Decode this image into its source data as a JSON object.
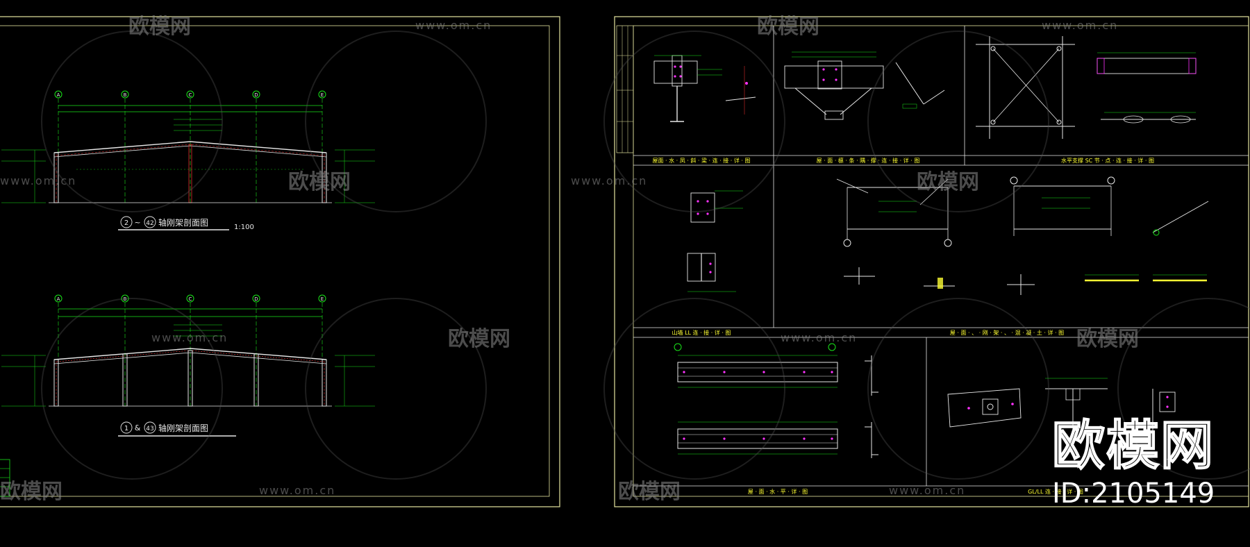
{
  "watermark": {
    "brand": "欧模网",
    "url": "www.om.cn",
    "id_label": "ID:2105149"
  },
  "left_sheet": {
    "axis_labels": [
      "A",
      "B",
      "C",
      "D",
      "E"
    ],
    "drawing1": {
      "axis_start": "2",
      "connector": "~",
      "axis_end": "42",
      "title": "轴刚架剖面图",
      "scale": "1:100"
    },
    "drawing2": {
      "axis_start": "1",
      "connector": "&",
      "axis_end": "43",
      "title": "轴刚架剖面图"
    }
  },
  "right_sheet": {
    "titles": {
      "row1_a": "屋面 · 水 · 凤 · 斜 · 梁 · 连 · 接 · 详 · 图",
      "row1_b": "屋 · 面 · 檩 · 条 · 隅 · 撑 · 连 · 接 · 详 · 图",
      "row1_c": "水平支撑 SC 节 · 点 · 连 · 接 · 详 · 图",
      "row2_a": "山墙 LL 连 · 接 · 详 · 图",
      "row2_b": "屋 · 面 · 、 · 刚 · 架 · 、 · 混 · 凝 · 土 · 详 · 图",
      "row3_a": "屋 · 面 · 水 · 平 · 详 · 图",
      "row3_b": "GL/LL 连 · 接 · 详 · 图"
    }
  },
  "colors": {
    "frame": "#e6e6a0",
    "dim": "#19e619",
    "line": "#e8e8e8",
    "magenta": "#ff33ff",
    "cyan": "#33e6e6",
    "yellow": "#ffff33",
    "red": "#ff3333"
  }
}
